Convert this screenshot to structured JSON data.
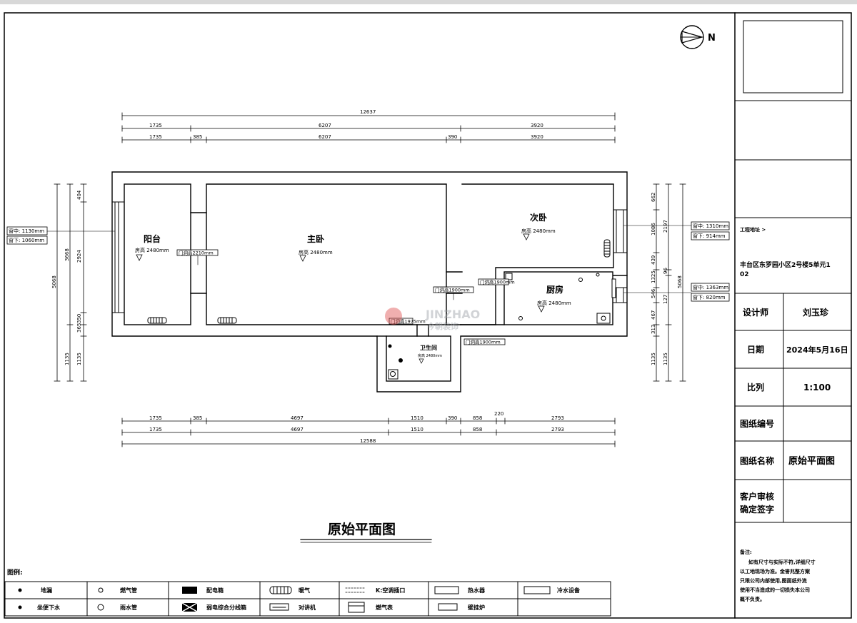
{
  "rooms": {
    "balcony": {
      "name": "阳台",
      "height": "房高 2480mm"
    },
    "master": {
      "name": "主卧",
      "height": "房高 2480mm"
    },
    "second": {
      "name": "次卧",
      "height": "房高 2480mm"
    },
    "kitchen": {
      "name": "厨房",
      "height": "房高 2480mm"
    },
    "bath": {
      "name": "卫生间",
      "height": "房高 2480mm"
    }
  },
  "door_tags": {
    "d1": "门洞高2210mm",
    "d2": "门洞高1900mm",
    "d3": "门洞高1900mm",
    "d4": "门洞高1975mm",
    "d5": "门洞高1900mm"
  },
  "window_tags": {
    "left": {
      "sill": "窗中: 1130mm",
      "height": "窗下: 1060mm"
    },
    "right1": {
      "sill": "窗中: 1310mm",
      "height": "窗下: 914mm"
    },
    "right2": {
      "sill": "窗中: 1363mm",
      "height": "窗下: 820mm"
    }
  },
  "dimensions": {
    "top_total": "12637",
    "top_row1": [
      "1735",
      "6207",
      "3920"
    ],
    "top_row2": [
      "1735",
      "385",
      "6207",
      "390",
      "3920"
    ],
    "bottom_row1": [
      "1735",
      "385",
      "4697",
      "1510",
      "390",
      "858",
      "220",
      "2793"
    ],
    "bottom_row2": [
      "1735",
      "4697",
      "1510",
      "858",
      "2793"
    ],
    "bottom_total": "12588",
    "left": [
      "404",
      "3668",
      "2924",
      "5068",
      "365",
      "350",
      "1135",
      "1135"
    ],
    "right": [
      "662",
      "2197",
      "1086",
      "439",
      "1325",
      "546",
      "127",
      "5068",
      "96",
      "313",
      "467",
      "1135",
      "1135"
    ]
  },
  "north": "N",
  "watermark": {
    "brand": "JINZHAO",
    "cn": "今朝装饰"
  },
  "drawing_title": "原始平面图",
  "legend": {
    "title": "图例:",
    "items": [
      "地漏",
      "燃气管",
      "配电箱",
      "暖气",
      "K:空调插口",
      "热水器",
      "冷水设备",
      "坐便下水",
      "雨水管",
      "弱电综合分线箱",
      "对讲机",
      "燃气表",
      "壁挂炉"
    ]
  },
  "title_block": {
    "address_label": "工程地址 >",
    "address": "丰台区东罗园小区2号楼5单元102",
    "designer_label": "设计师",
    "designer": "刘玉珍",
    "date_label": "日期",
    "date": "2024年5月16日",
    "scale_label": "比列",
    "scale": "1:100",
    "drawing_no_label": "图纸编号",
    "drawing_no": "",
    "drawing_name_label": "图纸名称",
    "drawing_name": "原始平面图",
    "client_label": "客户审核确定签字",
    "notes_label": "备注:",
    "notes": "如有尺寸与实际不符,详细尺寸以工地现场为准。金誉兆整方案只限公司内部使用,图面纸外流使用不当造成的一切损失本公司概不负责。"
  }
}
